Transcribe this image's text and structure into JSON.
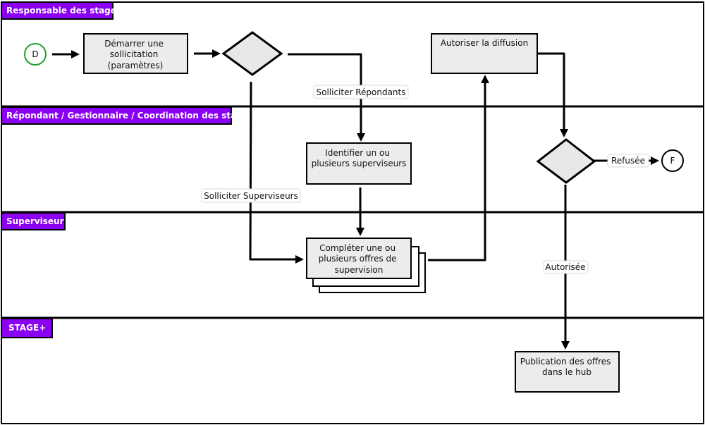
{
  "colors": {
    "lane_header": "#8a00f0",
    "box_fill": "#ececec",
    "start_stroke": "#21a12a",
    "line": "#000000"
  },
  "lanes": [
    {
      "label": "Responsable des stages"
    },
    {
      "label": "Répondant / Gestionnaire / Coordination des stages"
    },
    {
      "label": "Superviseur"
    },
    {
      "label": "STAGE+"
    }
  ],
  "nodes": {
    "start": "D",
    "end": "F",
    "demarrer": [
      "Démarrer une",
      "sollicitation",
      "(paramètres)"
    ],
    "autoriser": [
      "Autoriser la diffusion"
    ],
    "identifier": [
      "Identifier un ou",
      "plusieurs superviseurs"
    ],
    "completer": [
      "Compléter une ou",
      "plusieurs offres de",
      "supervision"
    ],
    "publication": [
      "Publication des offres",
      "dans le hub"
    ]
  },
  "edge_labels": {
    "solliciter_repondants": "Solliciter Répondants",
    "solliciter_superviseurs": "Solliciter Superviseurs",
    "refusee": "Refusée",
    "autorisee": "Autorisée"
  }
}
